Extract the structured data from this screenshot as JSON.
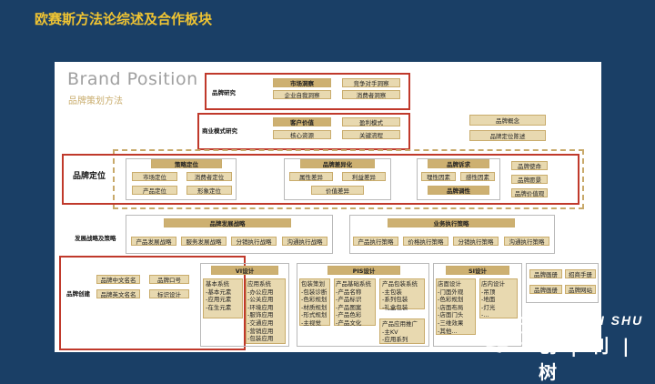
{
  "slide_title": "欧赛斯方法论综述及合作板块",
  "brand_position": {
    "title": "Brand Position",
    "subtitle": "品牌策划方法"
  },
  "research": {
    "label": "品牌研究",
    "items": [
      "市场洞察",
      "竞争对手洞察",
      "企业自我洞察",
      "消费者洞察"
    ]
  },
  "business_model": {
    "label": "商业模式研究",
    "items": [
      "客户价值",
      "盈利模式",
      "核心资源",
      "关键流程"
    ]
  },
  "concept": {
    "items": [
      "品牌概念",
      "品牌定位陈述"
    ]
  },
  "positioning": {
    "label": "品牌定位",
    "strategy": {
      "header": "策略定位",
      "items": [
        "市场定位",
        "消费者定位",
        "产品定位",
        "形象定位"
      ]
    },
    "differentiation": {
      "header": "品牌差异化",
      "items": [
        "属性差异",
        "利益差异",
        "价值差异"
      ]
    },
    "appeal": {
      "header": "品牌诉求",
      "items": [
        "理性因素",
        "感性因素"
      ],
      "footer": "品牌调性"
    },
    "mission": {
      "items": [
        "品牌使命",
        "品牌愿景",
        "品牌价值观"
      ]
    }
  },
  "development": {
    "label": "发展战略及策略",
    "brand_strategy": {
      "header": "品牌发展战略",
      "items": [
        "产品发展战略",
        "服务发展战略",
        "分销执行战略",
        "沟通执行战略"
      ]
    },
    "business_strategy": {
      "header": "业务执行策略",
      "items": [
        "产品执行策略",
        "价格执行策略",
        "分销执行策略",
        "沟通执行策略"
      ]
    }
  },
  "creation": {
    "label": "品牌创建",
    "name_items": [
      "品牌中文名名",
      "品牌口号",
      "品牌英文名名",
      "标识设计"
    ],
    "vi": {
      "header": "VI设计",
      "col1": [
        "基本系统",
        "-基本元素",
        "-应用元素",
        "-在生元素"
      ],
      "col2": [
        "应用系统",
        "-办公应用",
        "-公关应用",
        "-环境应用",
        "-服饰应用",
        "-交通应用",
        "-营销应用",
        "-包装应用"
      ]
    },
    "pis": {
      "header": "PIS设计",
      "col1": [
        "包装策划",
        "-包装诊断",
        "-色彩规划",
        "-材质规划",
        "-形式规划",
        "-主视觉"
      ],
      "col2": [
        "产品基础系统",
        "-产品名称",
        "-产品标识",
        "-产品图案",
        "-产品色彩",
        "-产品文化"
      ],
      "col3": [
        "产品包装系统",
        "-主包装",
        "-系列包装",
        "-礼盒包装"
      ],
      "col4": [
        "产品应用推广",
        "-主KV",
        "-应用系列"
      ]
    },
    "si": {
      "header": "SI设计",
      "col1": [
        "店面设计",
        "-门面外观",
        "-色彩规划",
        "-店面布局",
        "-店面门头",
        "-三维效果",
        "-其他..."
      ],
      "col2": [
        "店内设计",
        "-吊顶",
        "-地面",
        "-灯光",
        "-..."
      ]
    },
    "extra": [
      "品牌画册",
      "招商手册",
      "品牌画册",
      "品牌网站"
    ]
  },
  "logo": {
    "en": "CHUANG LI SHU",
    "cn": "创 | 利 | 树"
  },
  "colors": {
    "background": "#1a3f66",
    "title": "#f0c432",
    "accent_red": "#c0392b",
    "tag_fill": "#e8d9b0",
    "tag_border": "#c9ac6c"
  }
}
